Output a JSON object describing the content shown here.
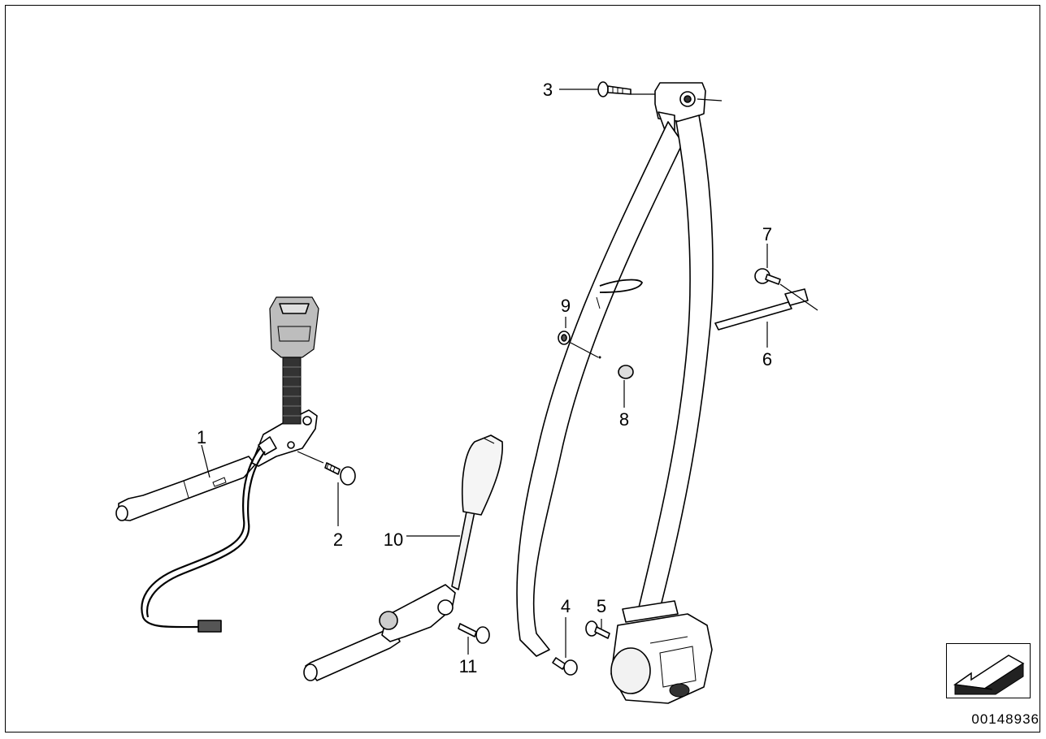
{
  "callouts": [
    {
      "id": "1",
      "label": "1"
    },
    {
      "id": "2",
      "label": "2"
    },
    {
      "id": "3",
      "label": "3"
    },
    {
      "id": "4",
      "label": "4"
    },
    {
      "id": "5",
      "label": "5"
    },
    {
      "id": "6",
      "label": "6"
    },
    {
      "id": "7",
      "label": "7"
    },
    {
      "id": "8",
      "label": "8"
    },
    {
      "id": "9",
      "label": "9"
    },
    {
      "id": "10",
      "label": "10"
    },
    {
      "id": "11",
      "label": "11"
    }
  ],
  "doc_number": "00148936",
  "nav_icon": "arrow-down-left-icon"
}
